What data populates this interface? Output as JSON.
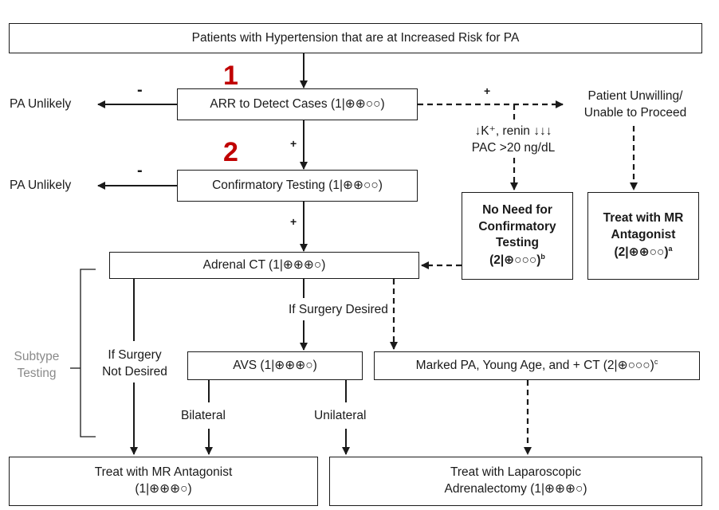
{
  "nodes": {
    "top": "Patients with Hypertension that are at Increased Risk for PA",
    "arr": "ARR to Detect Cases (1|⊕⊕○○)",
    "confirm": "Confirmatory Testing (1|⊕⊕○○)",
    "ct": "Adrenal CT (1|⊕⊕⊕○)",
    "avs": "AVS (1|⊕⊕⊕○)",
    "marked": "Marked PA, Young Age, and + CT (2|⊕○○○)",
    "marked_sup": "c",
    "no_need_l1": "No Need for",
    "no_need_l2": "Confirmatory",
    "no_need_l3": "Testing",
    "no_need_grade": "(2|⊕○○○)",
    "no_need_sup": "b",
    "mr_top_l1": "Treat with MR",
    "mr_top_l2": "Antagonist",
    "mr_top_grade": "(2|⊕⊕○○)",
    "mr_top_sup": "a",
    "mr_bottom_l1": "Treat with MR Antagonist",
    "mr_bottom_l2": "(1|⊕⊕⊕○)",
    "lap_l1": "Treat with Laparoscopic",
    "lap_l2": "Adrenalectomy  (1|⊕⊕⊕○)"
  },
  "labels": {
    "pa_unlikely_1": "PA Unlikely",
    "pa_unlikely_2": "PA Unlikely",
    "unwilling_l1": "Patient Unwilling/",
    "unwilling_l2": "Unable to Proceed",
    "hypok_l1": "↓K⁺, renin ↓↓↓",
    "hypok_l2": "PAC >20 ng/dL",
    "surgery_desired": "If Surgery Desired",
    "not_desired_l1": "If Surgery",
    "not_desired_l2": "Not Desired",
    "subtype_l1": "Subtype",
    "subtype_l2": "Testing",
    "bilateral": "Bilateral",
    "unilateral": "Unilateral",
    "minus": "-",
    "plus": "+"
  },
  "step_numbers": {
    "one": "1",
    "two": "2"
  },
  "colors": {
    "step_number": "#c00000",
    "line": "#1a1a1a",
    "subtype_label": "#8a8a8a"
  }
}
